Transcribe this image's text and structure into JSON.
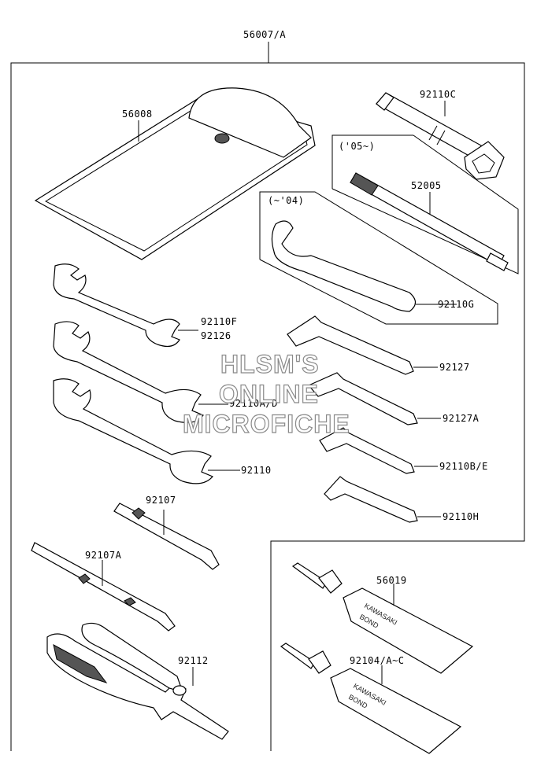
{
  "diagram": {
    "assembly_label": "56007/A",
    "parts": [
      {
        "id": "p56008",
        "label": "56008"
      },
      {
        "id": "p92110C",
        "label": "92110C"
      },
      {
        "id": "p05",
        "label": "('05~)"
      },
      {
        "id": "p52005",
        "label": "52005"
      },
      {
        "id": "p04",
        "label": "(~'04)"
      },
      {
        "id": "p92110G",
        "label": "92110G"
      },
      {
        "id": "p92110F",
        "label": "92110F"
      },
      {
        "id": "p92126",
        "label": "92126"
      },
      {
        "id": "p92127",
        "label": "92127"
      },
      {
        "id": "p92110AD",
        "label": "92110A/D"
      },
      {
        "id": "p92127A",
        "label": "92127A"
      },
      {
        "id": "p92110",
        "label": "92110"
      },
      {
        "id": "p92110BE",
        "label": "92110B/E"
      },
      {
        "id": "p92110H",
        "label": "92110H"
      },
      {
        "id": "p92107",
        "label": "92107"
      },
      {
        "id": "p92107A",
        "label": "92107A"
      },
      {
        "id": "p92112",
        "label": "92112"
      },
      {
        "id": "p56019",
        "label": "56019"
      },
      {
        "id": "p92104",
        "label": "92104/A~C"
      }
    ],
    "tube_text": {
      "brand": "KAWASAKI",
      "product": "BOND"
    },
    "watermark": [
      "HLSM'S",
      "ONLINE",
      "MICROFICHE"
    ]
  }
}
